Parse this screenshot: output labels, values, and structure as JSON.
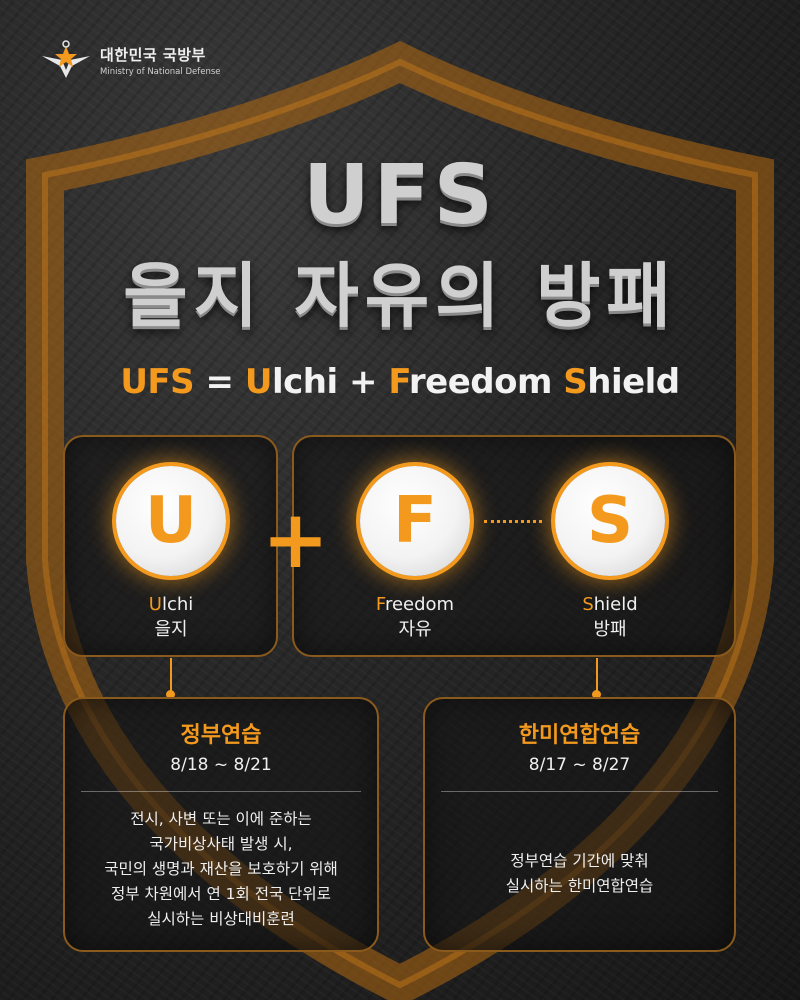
{
  "header": {
    "org_name_ko": "대한민국 국방부",
    "org_name_en": "Ministry of National Defense"
  },
  "title": {
    "line1": "UFS",
    "line2": "을지 자유의 방패"
  },
  "formula": {
    "lhs": "UFS",
    "equals": "=",
    "plus": "+",
    "u_initial": "U",
    "u_rest": "lchi",
    "f_initial": "F",
    "f_rest": "reedom",
    "s_initial": "S",
    "s_rest": "hield"
  },
  "components": [
    {
      "letter": "U",
      "initial": "U",
      "rest": "lchi",
      "ko": "을지"
    },
    {
      "letter": "F",
      "initial": "F",
      "rest": "reedom",
      "ko": "자유"
    },
    {
      "letter": "S",
      "initial": "S",
      "rest": "hield",
      "ko": "방패"
    }
  ],
  "connector_plus": "+",
  "exercises": {
    "government": {
      "title": "정부연습",
      "date": "8/18 ~ 8/21",
      "desc": [
        "전시, 사변 또는 이에 준하는",
        "국가비상사태 발생 시,",
        "국민의 생명과 재산을 보호하기 위해",
        "정부 차원에서 연 1회 전국 단위로",
        "실시하는 비상대비훈련"
      ]
    },
    "combined": {
      "title": "한미연합연습",
      "date": "8/17 ~ 8/27",
      "desc": [
        "정부연습 기간에 맞춰",
        "실시하는  한미연합연습"
      ]
    }
  },
  "colors": {
    "accent": "#f39a1e",
    "background": "#262626",
    "text": "#f0f0f0"
  }
}
